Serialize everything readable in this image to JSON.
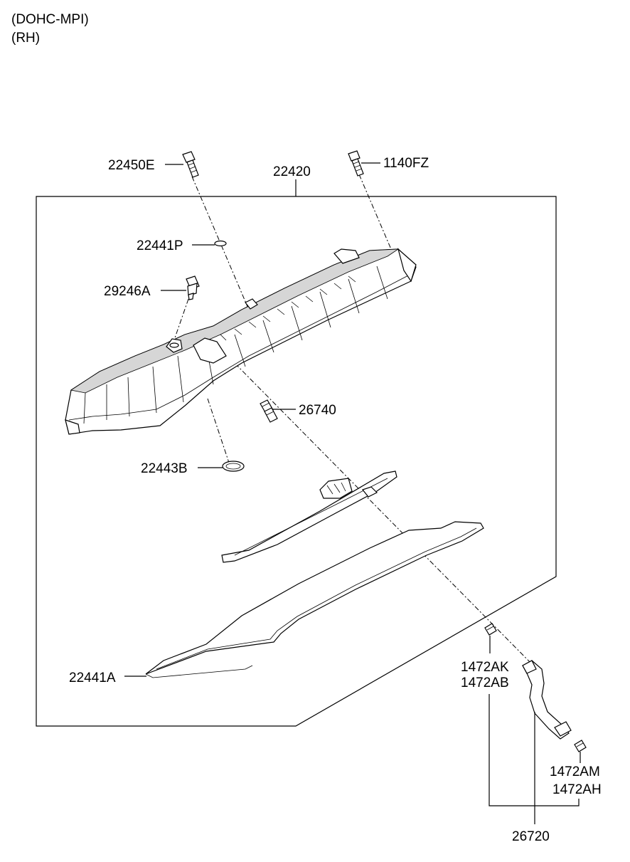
{
  "header": {
    "line1": "(DOHC-MPI)",
    "line2": "(RH)"
  },
  "parts": {
    "p22450E": "22450E",
    "p1140FZ": "1140FZ",
    "p22420": "22420",
    "p22441P": "22441P",
    "p29246A": "29246A",
    "p26740": "26740",
    "p22443B": "22443B",
    "p22441A": "22441A",
    "p1472AK": "1472AK",
    "p1472AB": "1472AB",
    "p1472AM": "1472AM",
    "p1472AH": "1472AH",
    "p26720": "26720"
  }
}
